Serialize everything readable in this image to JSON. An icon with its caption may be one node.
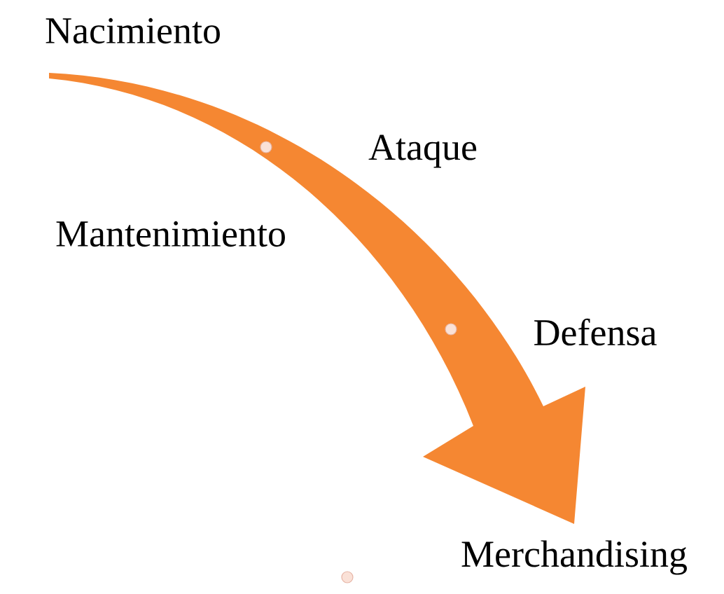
{
  "diagram": {
    "labels": [
      "Nacimiento",
      "Ataque",
      "Mantenimiento",
      "Defensa",
      "Merchandising"
    ]
  }
}
